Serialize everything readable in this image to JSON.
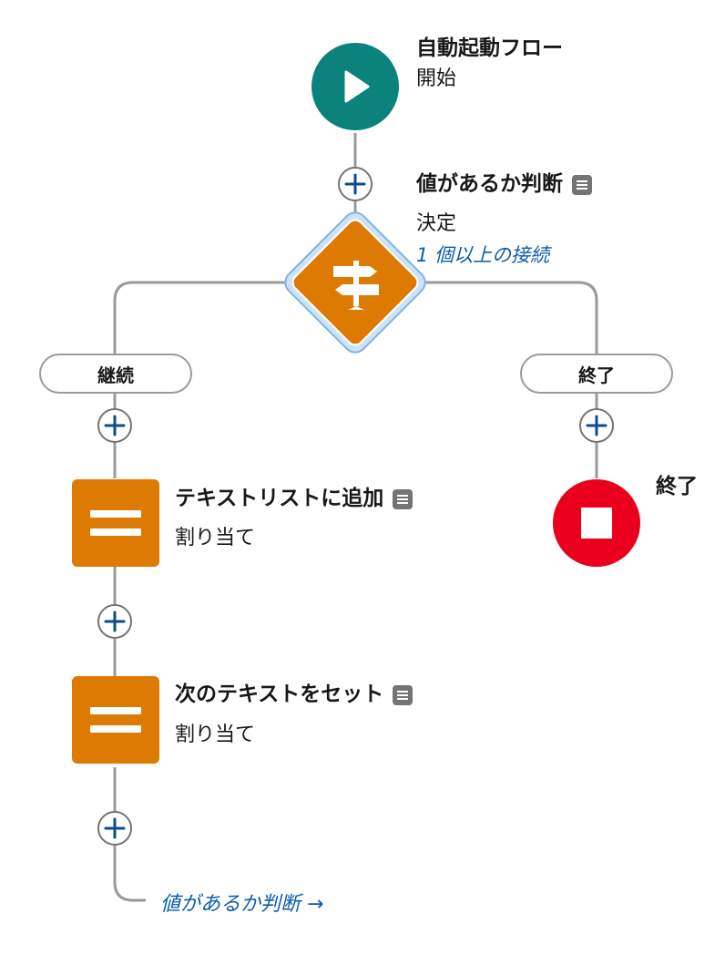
{
  "start": {
    "title": "自動起動フロー",
    "subtitle": "開始"
  },
  "decision": {
    "title": "値があるか判断",
    "subtitle": "決定",
    "link": "1 個以上の接続"
  },
  "branches": {
    "left_label": "継続",
    "right_label": "終了"
  },
  "assign1": {
    "title": "テキストリストに追加",
    "subtitle": "割り当て"
  },
  "assign2": {
    "title": "次のテキストをセット",
    "subtitle": "割り当て"
  },
  "end": {
    "title": "終了"
  },
  "loop_link": {
    "label": "値があるか判断 →"
  },
  "colors": {
    "start": "#0b827c",
    "decision": "#dd7a01",
    "end": "#ea001e",
    "link": "#0b5cab",
    "plus": "#0b4d8a"
  }
}
